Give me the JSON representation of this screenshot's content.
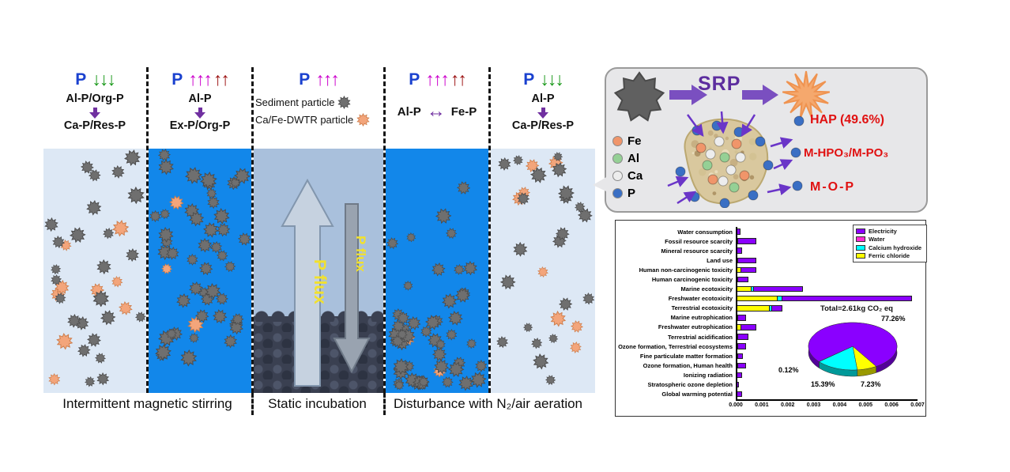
{
  "figure": {
    "panels": [
      {
        "p_label": "P",
        "flux_arrows": [
          {
            "glyphs": "↓↓↓",
            "color": "#1d9a1d"
          }
        ],
        "species_from": "Al-P/Org-P",
        "species_to": "Ca-P/Res-P"
      },
      {
        "p_label": "P",
        "flux_arrows": [
          {
            "glyphs": "↑↑↑",
            "color": "#cc00cc"
          },
          {
            "glyphs": "↑↑",
            "color": "#9b1010"
          }
        ],
        "species_from": "Al-P",
        "species_to": "Ex-P/Org-P"
      },
      {
        "p_label": "P",
        "flux_arrows": [
          {
            "glyphs": "↑↑↑",
            "color": "#cc00cc"
          }
        ],
        "legend": [
          {
            "label": "Sediment particle",
            "color": "#6f6f6f"
          },
          {
            "label": "Ca/Fe-DWTR particle",
            "color": "#f3a57b"
          }
        ],
        "flux_up_label": "P flux",
        "flux_down_label": "P flux"
      },
      {
        "p_label": "P",
        "flux_arrows": [
          {
            "glyphs": "↑↑↑",
            "color": "#cc00cc"
          },
          {
            "glyphs": "↑↑",
            "color": "#9b1010"
          }
        ],
        "species_left": "Al-P",
        "species_right": "Fe-P"
      },
      {
        "p_label": "P",
        "flux_arrows": [
          {
            "glyphs": "↓↓↓",
            "color": "#1d9a1d"
          }
        ],
        "species_from": "Al-P",
        "species_to": "Ca-P/Res-P"
      }
    ],
    "captions": [
      "Intermittent magnetic stirring",
      "Static incubation",
      "Disturbance with N₂/air aeration"
    ]
  },
  "bubble": {
    "srp_label": "SRP",
    "element_legend": [
      {
        "label": "Fe",
        "color": "#f0956a"
      },
      {
        "label": "Al",
        "color": "#95d095"
      },
      {
        "label": "Ca",
        "color": "#ededed"
      },
      {
        "label": "P",
        "color": "#3a6fc4"
      }
    ],
    "products": [
      "HAP (49.6%)",
      "M-HPO₃/M-PO₃",
      "M-O-P"
    ]
  },
  "colors": {
    "sediment_particle": "#6f6f6f",
    "dwtr_particle": "#f3a57b",
    "water_light": "#dde8f5",
    "water_blue": "#1287ea",
    "transform_arrow_purple": "#7030a0",
    "srp_purple": "#5c2d9e",
    "product_red": "#e01111"
  },
  "chart_data": [
    {
      "type": "bar",
      "orientation": "horizontal",
      "categories": [
        "Water consumption",
        "Fossil resource scarcity",
        "Mineral resource scarcity",
        "Land use",
        "Human non-carcinogenic toxicity",
        "Human carcinogenic toxicity",
        "Marine ecotoxicity",
        "Freshwater ecotoxicity",
        "Terrestrial ecotoxicity",
        "Marine eutrophication",
        "Freshwater eutrophication",
        "Terrestrial acidification",
        "Ozone formation, Terrestrial ecosystems",
        "Fine particulate matter formation",
        "Ozone formation, Human health",
        "Ionizing radiation",
        "Stratospheric ozone depletion",
        "Global warming potential"
      ],
      "series": [
        {
          "name": "Ferric chloride",
          "color": "#ffff00",
          "values": [
            0,
            0.0001,
            5e-05,
            0.0001,
            0.0002,
            0.0001,
            0.0006,
            0.0016,
            0.0013,
            0.0001,
            0.0002,
            0.0001,
            0.0001,
            8e-05,
            0.0001,
            5e-05,
            2e-05,
            5e-05
          ]
        },
        {
          "name": "Calcium hydroxide",
          "color": "#00ffff",
          "values": [
            0,
            0,
            0,
            0,
            0,
            0,
            0.0001,
            0.0002,
            0.0001,
            0,
            0,
            0,
            0,
            0,
            0,
            0,
            0,
            0
          ]
        },
        {
          "name": "Water",
          "color": "#ff2ad4",
          "values": [
            5e-05,
            0,
            0,
            0,
            0,
            0,
            0,
            0,
            0,
            0,
            0,
            0,
            0,
            0,
            0,
            0,
            0,
            0
          ]
        },
        {
          "name": "Electricity",
          "color": "#8a00ff",
          "values": [
            0.00015,
            0.0007,
            0.0002,
            0.0007,
            0.0006,
            0.0004,
            0.0019,
            0.005,
            0.0004,
            0.0003,
            0.0006,
            0.0004,
            0.0003,
            0.0002,
            0.0003,
            0.0002,
            6e-05,
            0.0002
          ]
        }
      ],
      "legend": [
        {
          "label": "Electricity",
          "color": "#8a00ff"
        },
        {
          "label": "Water",
          "color": "#ff2ad4"
        },
        {
          "label": "Calcium hydroxide",
          "color": "#00ffff"
        },
        {
          "label": "Ferric chloride",
          "color": "#ffff00"
        }
      ],
      "xlim": [
        0,
        0.007
      ],
      "xticks": [
        "0.000",
        "0.001",
        "0.002",
        "0.003",
        "0.004",
        "0.005",
        "0.006",
        "0.007"
      ],
      "grid": false,
      "legend_position": "upper right"
    },
    {
      "type": "pie",
      "title": "Total=2.61kg CO₂ eq",
      "labels": [
        "Electricity",
        "Water",
        "Calcium hydroxide",
        "Ferric chloride"
      ],
      "values": [
        77.26,
        0.12,
        15.39,
        7.23
      ],
      "value_labels": [
        "77.26%",
        "0.12%",
        "15.39%",
        "7.23%"
      ],
      "colors": [
        "#8a00ff",
        "#ff2ad4",
        "#00ffff",
        "#ffff00"
      ],
      "unit": "%"
    }
  ]
}
